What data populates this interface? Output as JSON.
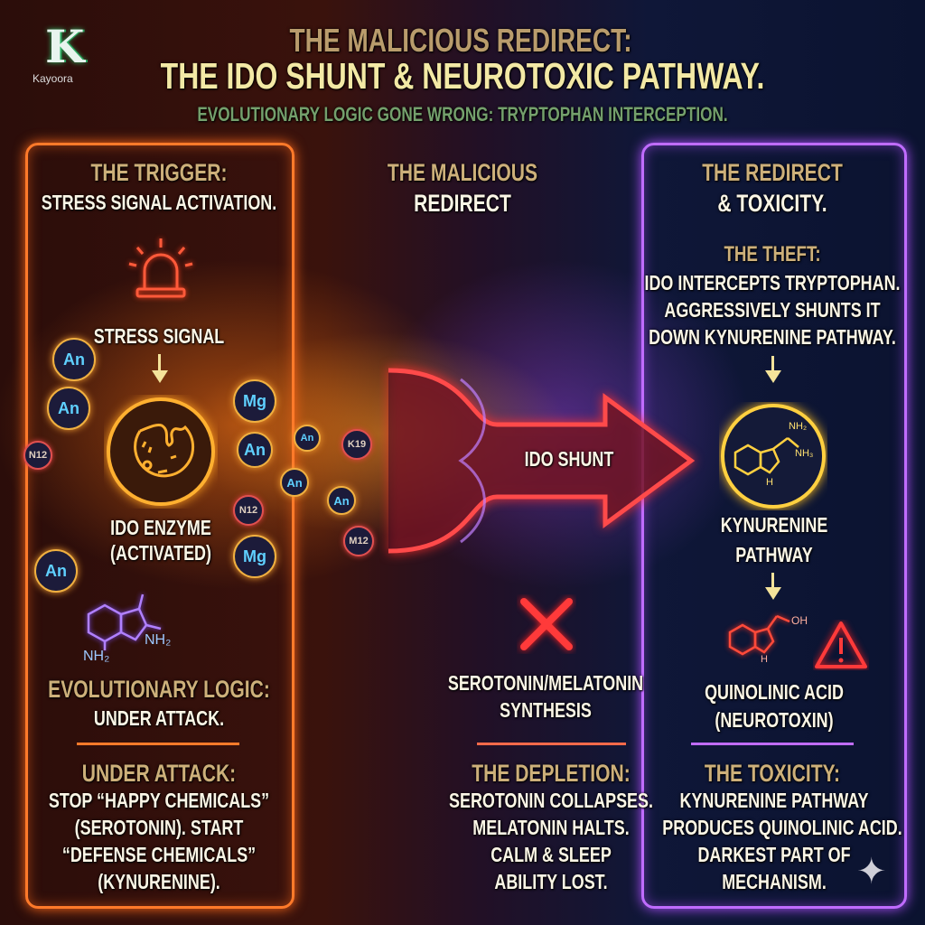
{
  "logo": {
    "letter": "K",
    "name": "Kayoora"
  },
  "header": {
    "title_line1": "THE MALICIOUS REDIRECT:",
    "title_line2": "THE IDO SHUNT & NEUROTOXIC PATHWAY.",
    "subtitle": "EVOLUTIONARY LOGIC GONE WRONG: TRYPTOPHAN INTERCEPTION."
  },
  "left": {
    "heading": "THE TRIGGER:",
    "subheading": "STRESS SIGNAL ACTIVATION.",
    "alarm_label": "STRESS SIGNAL",
    "enzyme_label_1": "IDO ENZYME",
    "enzyme_label_2": "(ACTIVATED)",
    "molecule_nh2_a": "NH₂",
    "molecule_nh2_b": "NH₂",
    "logic_heading": "EVOLUTIONARY LOGIC:",
    "logic_value": "UNDER ATTACK.",
    "attack_heading": "UNDER ATTACK:",
    "attack_lines": [
      "STOP “HAPPY CHEMICALS”",
      "(SEROTONIN). START",
      "“DEFENSE CHEMICALS”",
      "(KYNURENINE)."
    ]
  },
  "center": {
    "heading_1": "THE MALICIOUS",
    "heading_2": "REDIRECT",
    "shunt_label": "IDO SHUNT",
    "blocked_1": "SEROTONIN/MELATONIN",
    "blocked_2": "SYNTHESIS",
    "depletion_heading": "THE DEPLETION:",
    "depletion_lines": [
      "SEROTONIN COLLAPSES.",
      "MELATONIN HALTS.",
      "CALM & SLEEP",
      "ABILITY LOST."
    ]
  },
  "right": {
    "heading_1": "THE REDIRECT",
    "heading_2": "& TOXICITY.",
    "theft_heading": "THE THEFT:",
    "theft_lines": [
      "IDO INTERCEPTS TRYPTOPHAN.",
      "AGGRESSIVELY SHUNTS IT",
      "DOWN KYNURENINE PATHWAY."
    ],
    "tryptophan_nh2": "NH₂",
    "tryptophan_nh3": "NH₃",
    "tryptophan_h": "H",
    "kyn_1": "KYNURENINE",
    "kyn_2": "PATHWAY",
    "acid_oh": "OH",
    "acid_h": "H",
    "quin_1": "QUINOLINIC ACID",
    "quin_2": "(NEUROTOXIN)",
    "toxicity_heading": "THE TOXICITY:",
    "toxicity_lines": [
      "KYNURENINE PATHWAY",
      "PRODUCES QUINOLINIC ACID.",
      "DARKEST PART OF",
      "MECHANISM."
    ]
  },
  "badges": [
    "An",
    "An",
    "An",
    "An",
    "Mg",
    "Mg",
    "An",
    "An",
    "N12",
    "N12",
    "K19",
    "An",
    "M12"
  ],
  "colors": {
    "left_border": "#ff7a2a",
    "right_border": "#c06cff",
    "title": "#f3e9a5",
    "subtitle": "#6f9a6a",
    "heading": "#cdb07a"
  }
}
